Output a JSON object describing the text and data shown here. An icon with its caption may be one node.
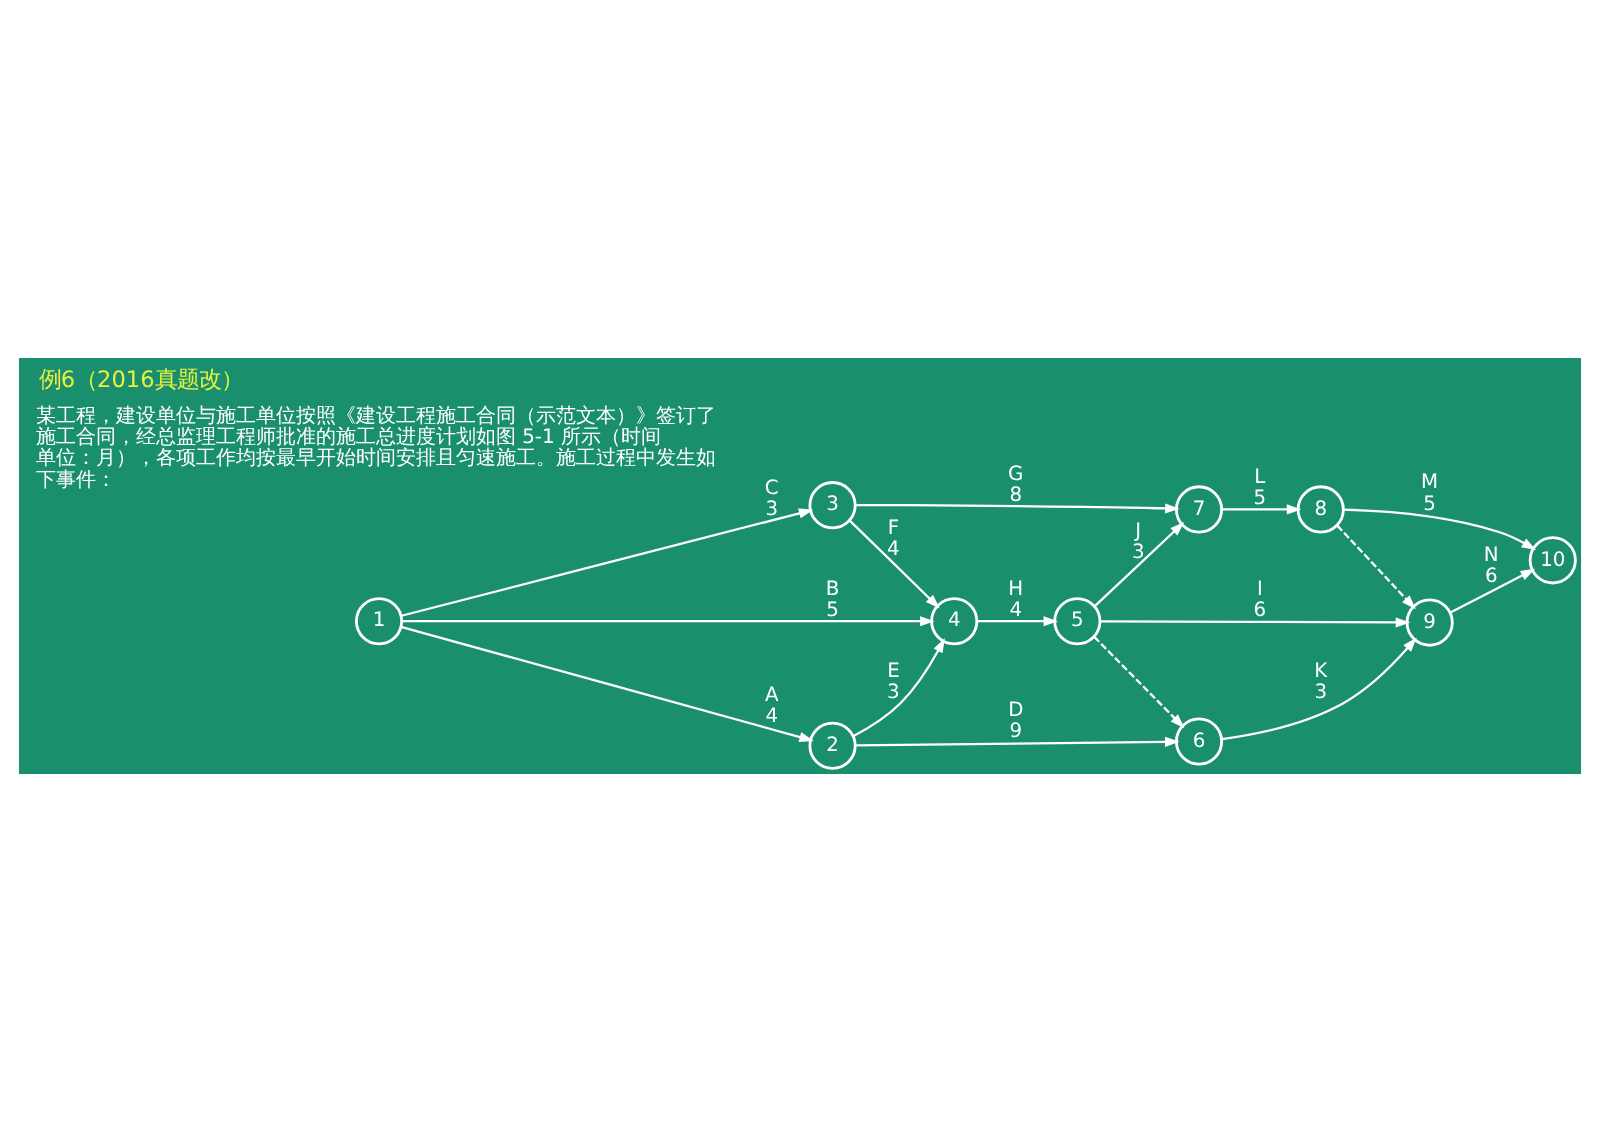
{
  "diagram": {
    "title": "例6（2016真题改）",
    "nodes": [
      {
        "text": [
          "1"
        ]
      },
      {
        "text": [
          "2"
        ]
      },
      {
        "text": [
          "3"
        ]
      },
      {
        "text": [
          "4"
        ]
      },
      {
        "text": [
          "5"
        ]
      },
      {
        "text": [
          "6"
        ]
      },
      {
        "text": [
          "7"
        ]
      },
      {
        "text": [
          "8"
        ]
      },
      {
        "text": [
          "9"
        ]
      },
      {
        "text": [
          "10"
        ]
      }
    ],
    "edges": [
      {
        "from": 0,
        "to": 1,
        "arrow": "to",
        "label": "A 4"
      },
      {
        "from": 0,
        "to": 3,
        "arrow": "to",
        "label": "B 5"
      },
      {
        "from": 0,
        "to": 2,
        "arrow": "to",
        "label": "C 3"
      },
      {
        "from": 1,
        "to": 5,
        "arrow": "to",
        "label": "D 9"
      },
      {
        "from": 1,
        "to": 3,
        "arrow": "to",
        "label": "E 3"
      },
      {
        "from": 2,
        "to": 3,
        "arrow": "to",
        "label": "F 4"
      },
      {
        "from": 2,
        "to": 6,
        "arrow": "to",
        "label": "G 8"
      },
      {
        "from": 3,
        "to": 4,
        "arrow": "to",
        "label": "H 4"
      },
      {
        "from": 4,
        "to": 8,
        "arrow": "to",
        "label": "I 6"
      },
      {
        "from": 4,
        "to": 6,
        "arrow": "to",
        "label": "J 3"
      },
      {
        "from": 5,
        "to": 8,
        "arrow": "to",
        "label": "K 3"
      },
      {
        "from": 6,
        "to": 7,
        "arrow": "to",
        "label": "L 5"
      },
      {
        "from": 7,
        "to": 9,
        "arrow": "to",
        "label": "M 5"
      },
      {
        "from": 8,
        "to": 9,
        "arrow": "to",
        "label": "N 6"
      },
      {
        "from": 4,
        "to": 5,
        "arrow": "to",
        "style": "dashed"
      },
      {
        "from": 7,
        "to": 8,
        "arrow": "to",
        "style": "dashed"
      }
    ],
    "labels": [
      "某工程，建设单位与施工单位按照《建设工程施工合同（示范文本）》签订了施工合同，经总监理工程师批准的施工总进度计划如图 5-1 所示（时间单位：月），各项工作均按最早开始时间安排且匀速施工。施工过程中发生如下事件："
    ]
  }
}
